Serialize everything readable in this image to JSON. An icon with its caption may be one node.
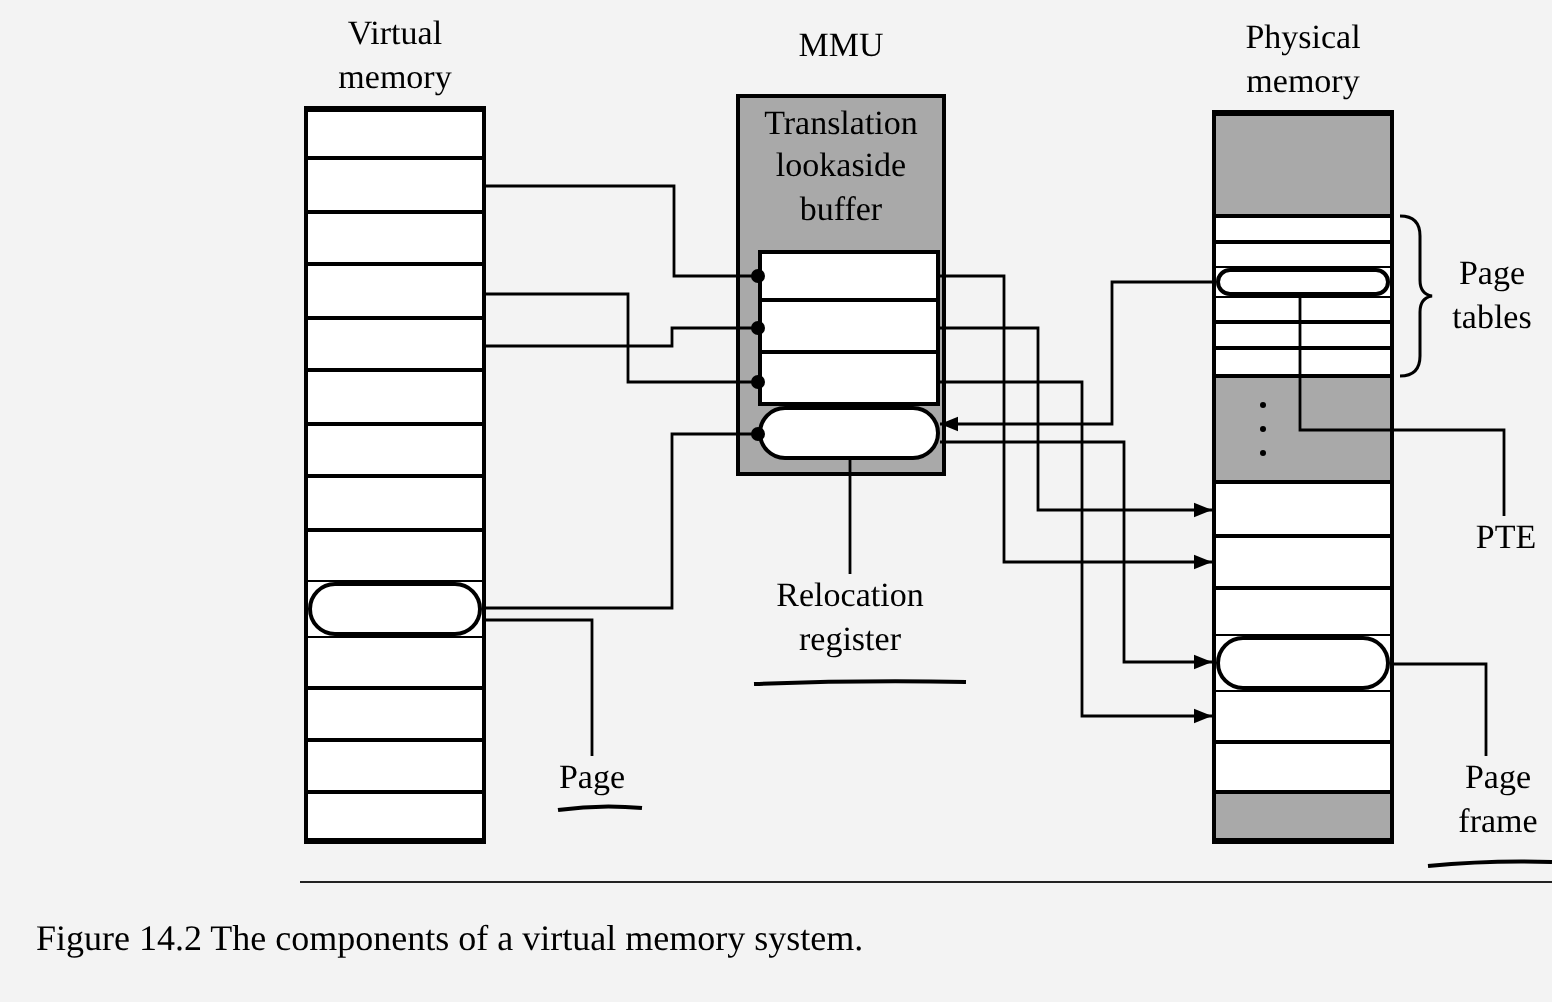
{
  "diagram": {
    "caption": "Figure 14.2 The components of a virtual memory system.",
    "nodes": [
      {
        "text": [
          "Virtual memory"
        ]
      },
      {
        "text": [],
        "shape": "box",
        "in": 0
      },
      {
        "text": [],
        "shape": "box",
        "in": 0
      },
      {
        "text": [],
        "shape": "box",
        "in": 0
      },
      {
        "text": [],
        "shape": "box",
        "in": 0
      },
      {
        "text": [],
        "shape": "box",
        "in": 0
      },
      {
        "text": [],
        "shape": "box",
        "in": 0
      },
      {
        "text": [],
        "shape": "box",
        "in": 0
      },
      {
        "text": [],
        "shape": "box",
        "in": 0
      },
      {
        "text": [],
        "shape": "box",
        "in": 0
      },
      {
        "text": [],
        "shape": "oval",
        "in": 0
      },
      {
        "text": [],
        "shape": "box",
        "in": 0
      },
      {
        "text": [],
        "shape": "box",
        "in": 0
      },
      {
        "text": [],
        "shape": "box",
        "in": 0
      },
      {
        "text": [],
        "shape": "box",
        "in": 0
      },
      {
        "text": [
          "MMU",
          "Translation lookaside buffer"
        ]
      },
      {
        "text": [],
        "shape": "box",
        "in": 15
      },
      {
        "text": [],
        "shape": "box",
        "in": 15
      },
      {
        "text": [],
        "shape": "box",
        "in": 15
      },
      {
        "text": [],
        "shape": "oval",
        "in": 15
      },
      {
        "text": [
          "Physical memory"
        ]
      },
      {
        "text": [],
        "shape": "band",
        "in": 20
      },
      {
        "text": [],
        "shape": "box",
        "in": 20
      },
      {
        "text": [],
        "shape": "box",
        "in": 20
      },
      {
        "text": [],
        "shape": "oval",
        "in": 20
      },
      {
        "text": [],
        "shape": "box",
        "in": 20
      },
      {
        "text": [],
        "shape": "box",
        "in": 20
      },
      {
        "text": [],
        "shape": "box",
        "in": 20
      },
      {
        "text": [],
        "shape": "band",
        "in": 20
      },
      {
        "text": [],
        "shape": "box",
        "in": 20
      },
      {
        "text": [],
        "shape": "box",
        "in": 20
      },
      {
        "text": [],
        "shape": "box",
        "in": 20
      },
      {
        "text": [],
        "shape": "oval",
        "in": 20
      },
      {
        "text": [],
        "shape": "box",
        "in": 20
      },
      {
        "text": [],
        "shape": "box",
        "in": 20
      },
      {
        "text": [],
        "shape": "band",
        "in": 20
      },
      {
        "text": [
          "Page"
        ]
      },
      {
        "text": [
          "Relocation register"
        ]
      },
      {
        "text": [
          "PTE"
        ]
      },
      {
        "text": [
          "Page frame"
        ]
      }
    ],
    "edges": [
      {
        "from": 2,
        "to": 16,
        "arrow": "other"
      },
      {
        "from": 5,
        "to": 17,
        "arrow": "other"
      },
      {
        "from": 4,
        "to": 18,
        "arrow": "other"
      },
      {
        "from": 10,
        "to": 19,
        "arrow": "other"
      },
      {
        "from": 16,
        "to": 30,
        "arrow": "to"
      },
      {
        "from": 17,
        "to": 29,
        "arrow": "to"
      },
      {
        "from": 18,
        "to": 33,
        "arrow": "to"
      },
      {
        "from": 19,
        "to": 32,
        "arrow": "to"
      },
      {
        "from": 24,
        "to": 19,
        "arrow": "to"
      },
      {
        "from": 36,
        "to": 10,
        "arrow": "none"
      },
      {
        "from": 37,
        "to": 19,
        "arrow": "none"
      },
      {
        "from": 38,
        "to": 24,
        "arrow": "none"
      },
      {
        "from": 39,
        "to": 32,
        "arrow": "none"
      }
    ],
    "labels": [
      "Page tables"
    ]
  }
}
